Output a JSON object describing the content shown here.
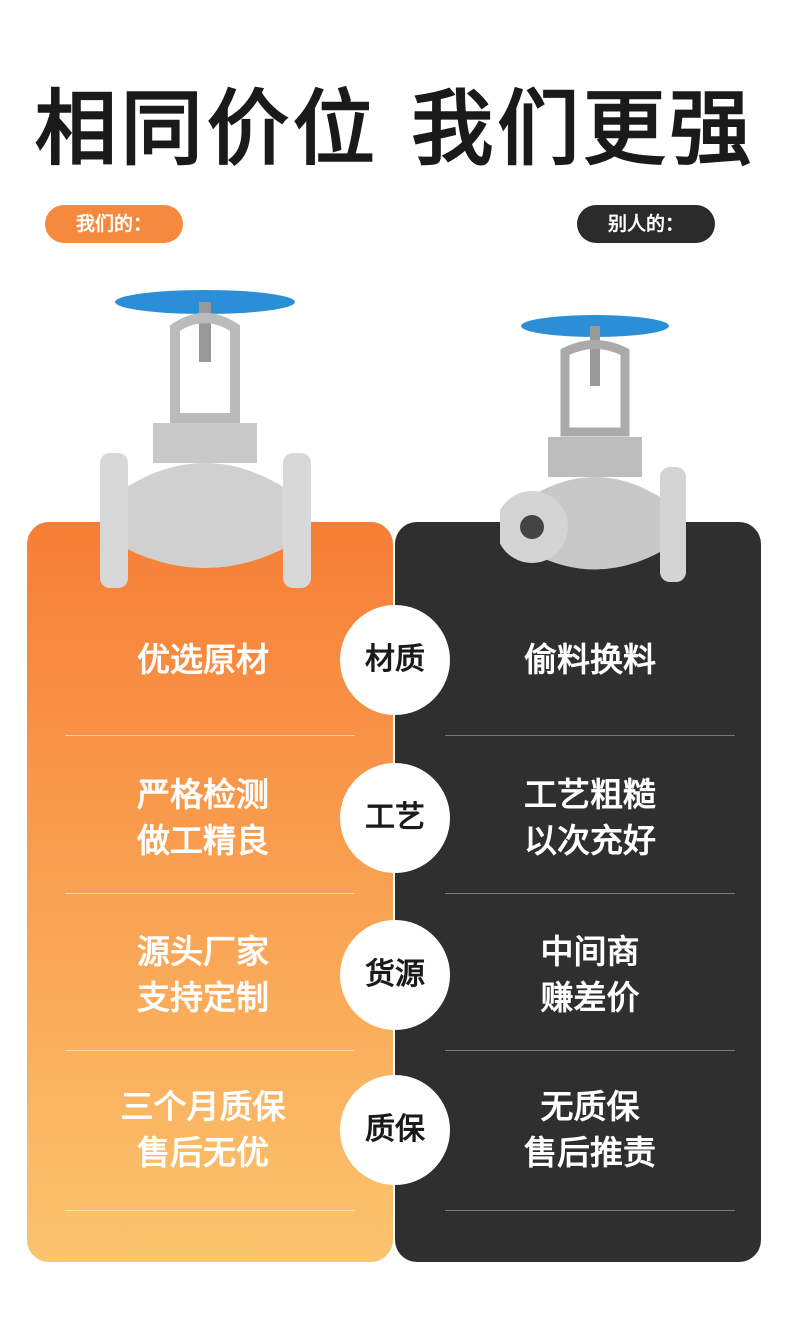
{
  "title": "相同价位 我们更强",
  "ours_label": "我们的：",
  "others_label": "别人的：",
  "rows": [
    {
      "category": "材质",
      "ours": "优选原材",
      "others": "偷料换料"
    },
    {
      "category": "工艺",
      "ours": "严格检测\n做工精良",
      "others": "工艺粗糙\n以次充好"
    },
    {
      "category": "货源",
      "ours": "源头厂家\n支持定制",
      "others": "中间商\n赚差价"
    },
    {
      "category": "质保",
      "ours": "三个月质保\n售后无优",
      "others": "无质保\n售后推责"
    }
  ],
  "colors": {
    "orange": "#f58a3e",
    "dark": "#2f2f2f",
    "wheel": "#2a8fd6"
  }
}
